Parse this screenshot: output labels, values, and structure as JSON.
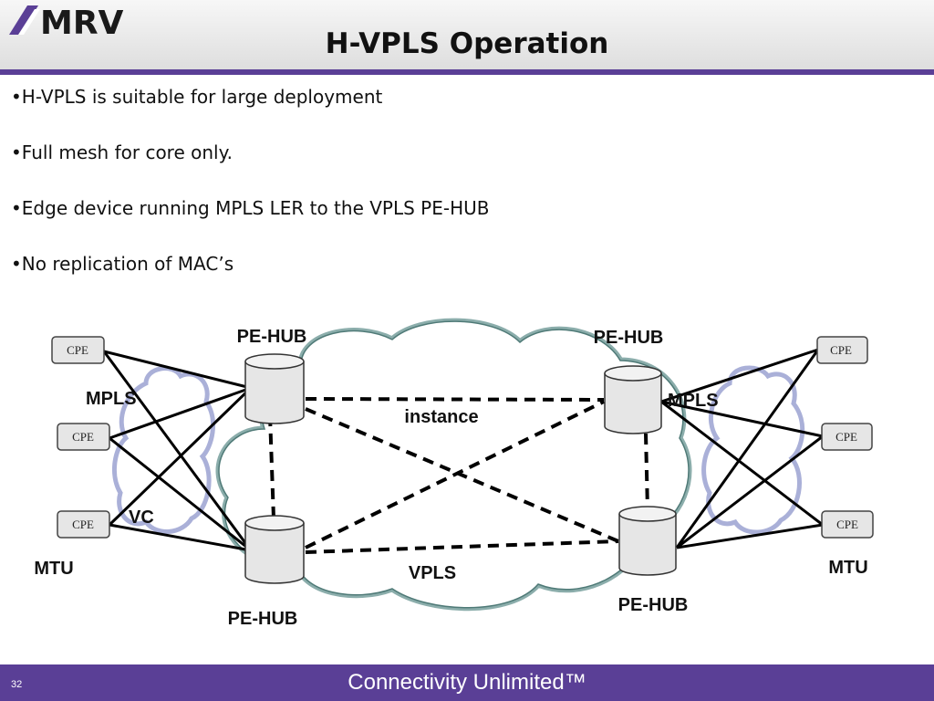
{
  "header": {
    "logo_text": "MRV",
    "title": "H-VPLS Operation"
  },
  "bullets": [
    "H-VPLS is suitable for large deployment",
    "Full mesh for core only.",
    "Edge device running MPLS LER to the VPLS PE-HUB",
    "No replication of MAC’s"
  ],
  "diagram": {
    "pe_hub_labels": [
      "PE-HUB",
      "PE-HUB",
      "PE-HUB",
      "PE-HUB"
    ],
    "cpe_label": "CPE",
    "mpls_left": "MPLS",
    "mpls_right": "MPLS",
    "instance_label": "instance",
    "vc_label": "VC",
    "vpls_label": "VPLS",
    "mtu_left": "MTU",
    "mtu_right": "MTU",
    "colors": {
      "cloud_fill": "#ffffff",
      "core_cloud_stroke": "#7fa5a3",
      "edge_cloud_stroke": "#aab0d8",
      "node_fill": "#e6e6e6"
    }
  },
  "footer": {
    "text": "Connectivity Unlimited™",
    "page_number": "32"
  }
}
